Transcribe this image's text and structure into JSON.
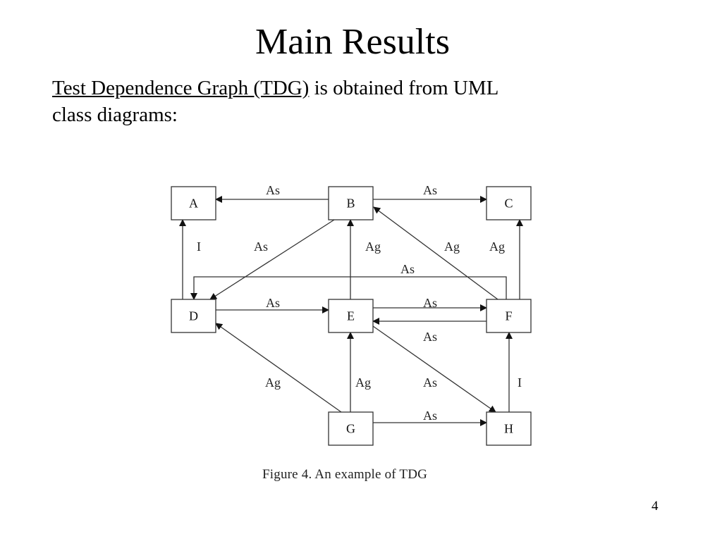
{
  "slide": {
    "title": "Main Results",
    "intro_link": "Test Dependence Graph (TDG)",
    "intro_rest": " is obtained from UML",
    "intro_line2": "class diagrams:",
    "page_number": "4"
  },
  "figure": {
    "caption": "Figure 4. An example of TDG",
    "nodes": [
      "A",
      "B",
      "C",
      "D",
      "E",
      "F",
      "G",
      "H"
    ],
    "edges": [
      {
        "from": "B",
        "to": "A",
        "label": "As"
      },
      {
        "from": "B",
        "to": "C",
        "label": "As"
      },
      {
        "from": "D",
        "to": "A",
        "label": "I"
      },
      {
        "from": "B",
        "to": "D",
        "label": "As"
      },
      {
        "from": "E",
        "to": "B",
        "label": "Ag"
      },
      {
        "from": "F",
        "to": "B",
        "label": "Ag"
      },
      {
        "from": "F",
        "to": "C",
        "label": "Ag"
      },
      {
        "from": "F",
        "to": "D",
        "label": "As"
      },
      {
        "from": "D",
        "to": "E",
        "label": "As"
      },
      {
        "from": "E",
        "to": "F",
        "label": "As"
      },
      {
        "from": "F",
        "to": "E",
        "label": "As"
      },
      {
        "from": "G",
        "to": "D",
        "label": "Ag"
      },
      {
        "from": "G",
        "to": "E",
        "label": "Ag"
      },
      {
        "from": "E",
        "to": "H",
        "label": "As"
      },
      {
        "from": "H",
        "to": "F",
        "label": "I"
      },
      {
        "from": "G",
        "to": "H",
        "label": "As"
      }
    ]
  }
}
